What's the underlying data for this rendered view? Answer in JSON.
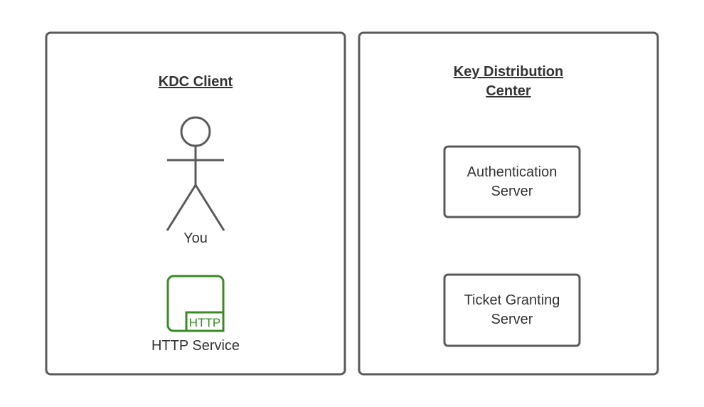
{
  "left_panel": {
    "title": "KDC Client",
    "actor_label": "You",
    "service_badge": "HTTP",
    "service_label": "HTTP Service"
  },
  "right_panel": {
    "title_line1": "Key Distribution",
    "title_line2": "Center",
    "auth_server": {
      "line1": "Authentication",
      "line2": "Server"
    },
    "tgs": {
      "line1": "Ticket Granting",
      "line2": "Server"
    }
  },
  "colors": {
    "border": "#5a5a5a",
    "text": "#333333",
    "http_green": "#3b8a25"
  }
}
